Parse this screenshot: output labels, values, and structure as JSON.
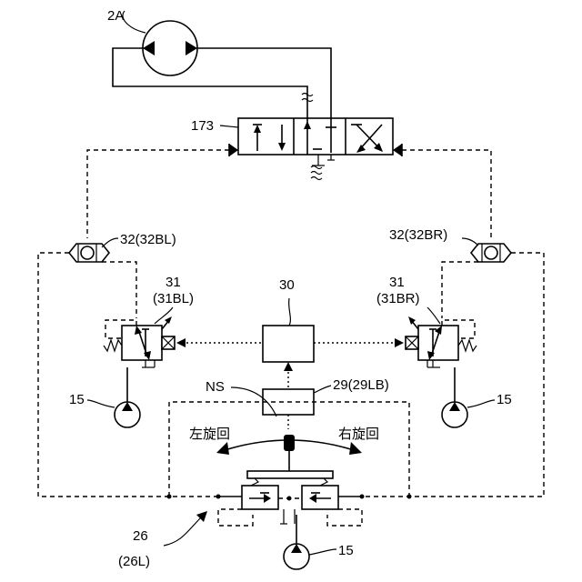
{
  "labels": {
    "motor": "2A",
    "control_valve": "173",
    "shuttle_left": "32(32BL)",
    "shuttle_right": "32(32BR)",
    "proportional_left_num": "31",
    "proportional_left_id": "(31BL)",
    "proportional_right_num": "31",
    "proportional_right_id": "(31BR)",
    "controller": "30",
    "sensor_label": "NS",
    "sensor_box": "29(29LB)",
    "turn_left": "左旋回",
    "turn_right": "右旋回",
    "pump_left": "15",
    "pump_right": "15",
    "pump_bottom": "15",
    "lever_num": "26",
    "lever_id": "(26L)"
  }
}
